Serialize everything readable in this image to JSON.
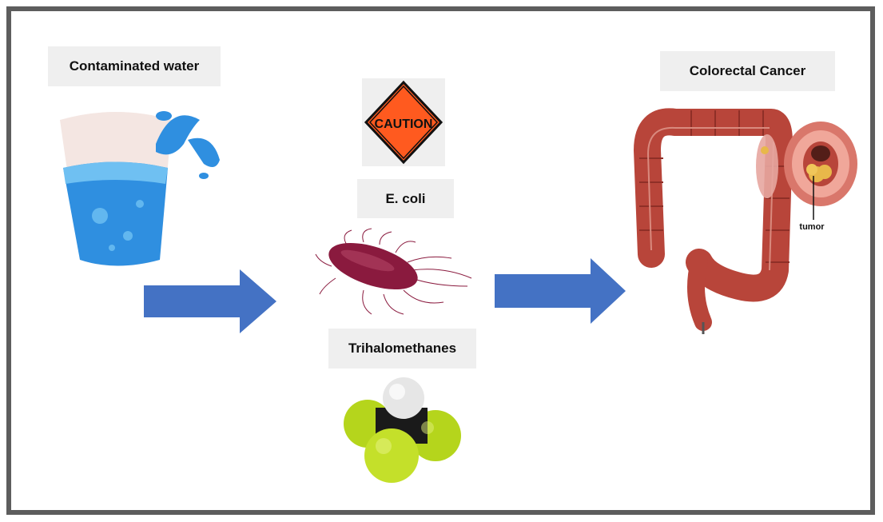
{
  "labels": {
    "water": "Contaminated water",
    "caution_sign": "CAUTION",
    "ecoli": "E. coli",
    "thm": "Trihalomethanes",
    "cancer": "Colorectal Cancer",
    "tumor": "tumor"
  },
  "colors": {
    "arrow": "#4472c4",
    "frame_border": "#5d5d5d",
    "label_bg": "#efefef",
    "caution_orange": "#ff5a1f",
    "water_blue": "#2f8fe0",
    "bacterium": "#8a1a3e",
    "colon": "#b8453a",
    "tumor": "#e8b84a",
    "molecule_green": "#b5d51c",
    "molecule_white": "#e6e6e6"
  },
  "icons": [
    "water-glass-icon",
    "caution-sign-icon",
    "bacterium-icon",
    "molecule-icon",
    "colon-icon",
    "tumor-cross-section-icon"
  ]
}
